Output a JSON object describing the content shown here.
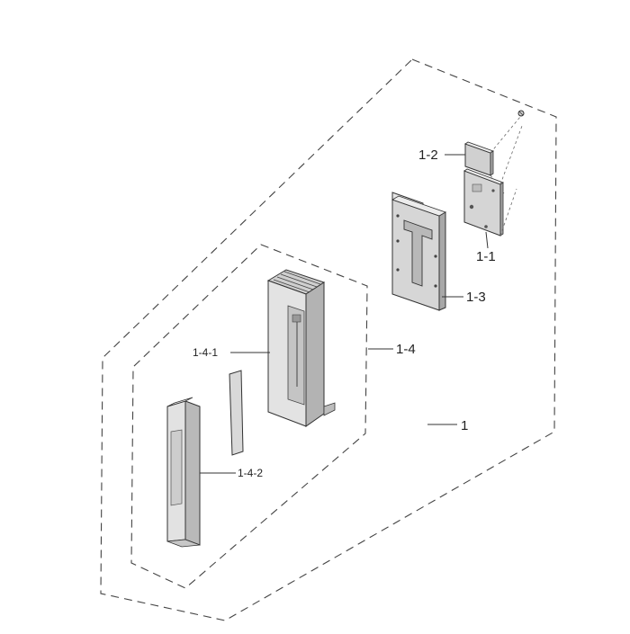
{
  "diagram": {
    "labels": {
      "assembly": "1",
      "part_1_1": "1-1",
      "part_1_2": "1-2",
      "part_1_3": "1-3",
      "part_1_4": "1-4",
      "part_1_4_1": "1-4-1",
      "part_1_4_2": "1-4-2"
    },
    "colors": {
      "line": "#333333",
      "part_fill": "#d8d8d8",
      "part_shade": "#b5b5b5",
      "part_light": "#ececec"
    }
  }
}
